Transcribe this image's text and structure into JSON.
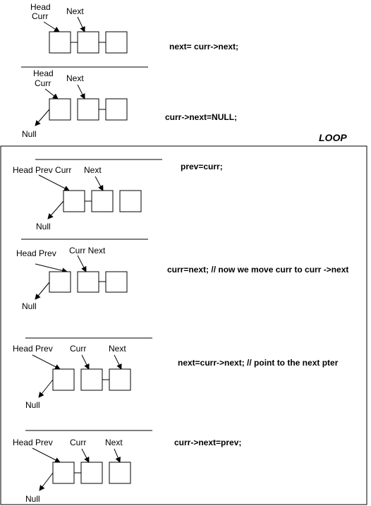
{
  "steps": [
    {
      "labels": {
        "head_curr_1": "Head",
        "head_curr_2": "Curr",
        "next": "Next"
      },
      "code": "next= curr->next;"
    },
    {
      "labels": {
        "head_curr_1": "Head",
        "head_curr_2": "Curr",
        "next": "Next",
        "null": "Null"
      },
      "code": "curr->next=NULL;"
    },
    {
      "labels": {
        "head_prev_curr": "Head Prev Curr",
        "next": "Next",
        "null": "Null"
      },
      "code": "prev=curr;"
    },
    {
      "labels": {
        "head_prev": "Head Prev",
        "curr_next": "Curr Next",
        "null": "Null"
      },
      "code": "curr=next; // now we move curr to curr ->next"
    },
    {
      "labels": {
        "head_prev": "Head Prev",
        "curr": "Curr",
        "next": "Next",
        "null": "Null"
      },
      "code": "next=curr->next; // point to the next pter"
    },
    {
      "labels": {
        "head_prev": "Head Prev",
        "curr": "Curr",
        "next": "Next",
        "null": "Null"
      },
      "code": "curr->next=prev;"
    }
  ],
  "loop_label": "LOOP",
  "colors": {
    "stroke": "#000000",
    "background": "#ffffff"
  }
}
